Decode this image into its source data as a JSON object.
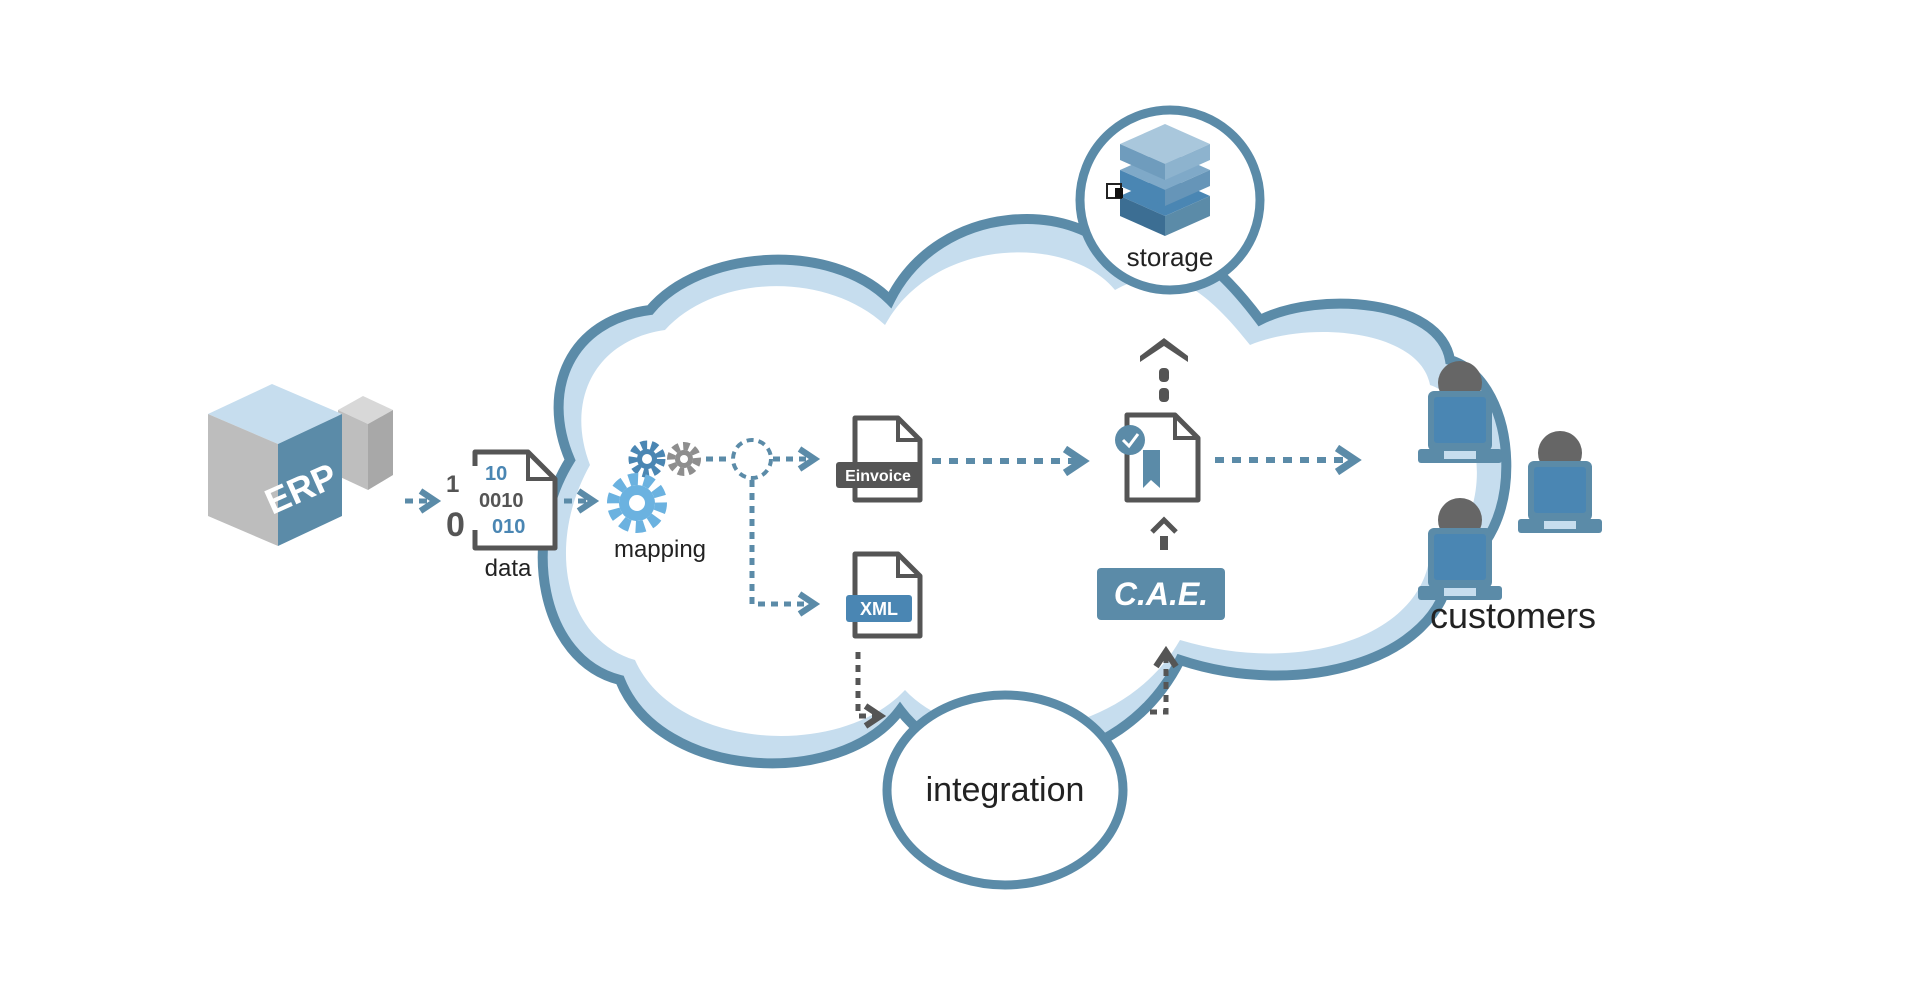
{
  "labels": {
    "erp": "ERP",
    "data": "data",
    "mapping": "mapping",
    "einvoice": "Einvoice",
    "xml": "XML",
    "cae": "C.A.E.",
    "storage": "storage",
    "integration": "integration",
    "customers": "customers"
  },
  "binary_digits": {
    "one": "1",
    "zero": "0",
    "line1": "10",
    "line2": "0010",
    "line3": "010"
  },
  "colors": {
    "primary_blue": "#5B8BA8",
    "light_blue": "#C6DDEE",
    "icon_blue": "#4A86B3",
    "gray": "#8E8E8E",
    "dark_gray": "#555555"
  },
  "icons": [
    "erp-cube-icon",
    "data-file-icon",
    "gear-icon",
    "document-icon",
    "database-icon",
    "certificate-icon",
    "customer-computer-icon"
  ]
}
